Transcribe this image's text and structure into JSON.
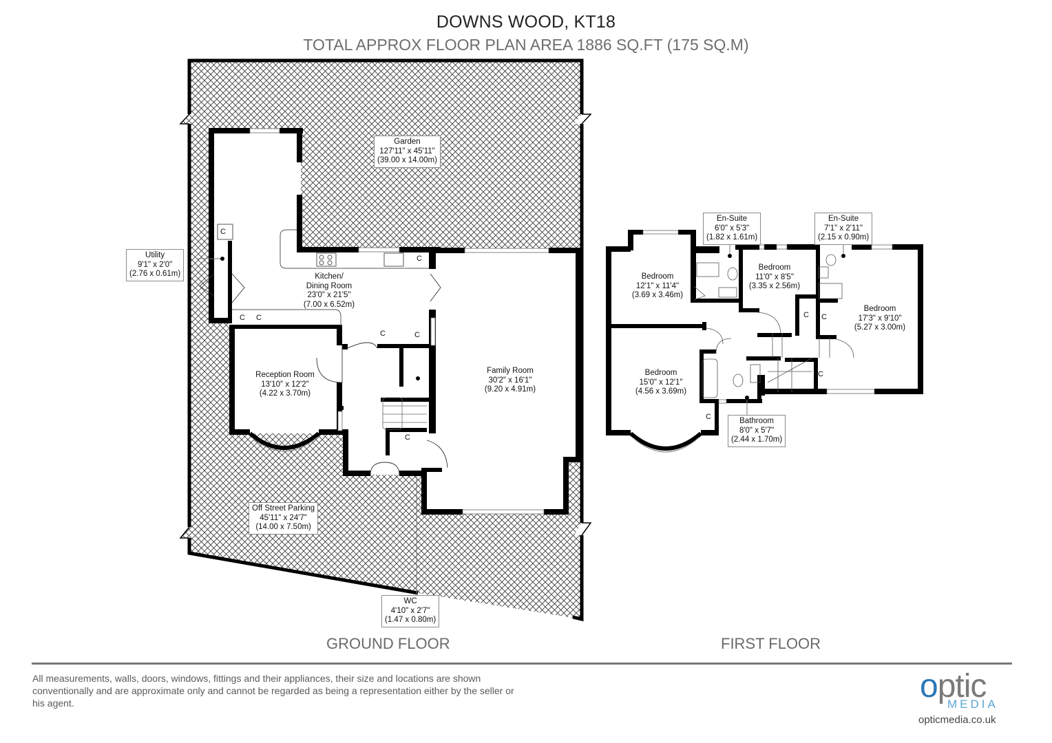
{
  "header": {
    "title": "DOWNS WOOD, KT18",
    "subtitle": "TOTAL APPROX FLOOR PLAN AREA 1886 SQ.FT (175 SQ.M)"
  },
  "ground_floor": {
    "label": "GROUND FLOOR",
    "rooms": {
      "garden": {
        "name": "Garden",
        "imperial": "127'11\" x 45'11\"",
        "metric": "(39.00 x 14.00m)"
      },
      "utility": {
        "name": "Utility",
        "imperial": "9'1\" x 2'0\"",
        "metric": "(2.76 x 0.61m)"
      },
      "kitchen": {
        "name": "Kitchen/",
        "name2": "Dining Room",
        "imperial": "23'0\" x 21'5\"",
        "metric": "(7.00 x 6.52m)"
      },
      "reception": {
        "name": "Reception Room",
        "imperial": "13'10\" x 12'2\"",
        "metric": "(4.22 x 3.70m)"
      },
      "family": {
        "name": "Family Room",
        "imperial": "30'2\" x 16'1\"",
        "metric": "(9.20 x 4.91m)"
      },
      "parking": {
        "name": "Off Street Parking",
        "imperial": "45'11\" x 24'7\"",
        "metric": "(14.00 x 7.50m)"
      },
      "wc": {
        "name": "WC",
        "imperial": "4'10\" x 2'7\"",
        "metric": "(1.47 x 0.80m)"
      }
    },
    "cupboard_label": "C"
  },
  "first_floor": {
    "label": "FIRST FLOOR",
    "rooms": {
      "bedroom1": {
        "name": "Bedroom",
        "imperial": "12'1\" x 11'4\"",
        "metric": "(3.69 x 3.46m)"
      },
      "ensuite1": {
        "name": "En-Suite",
        "imperial": "6'0\" x 5'3\"",
        "metric": "(1.82 x 1.61m)"
      },
      "bedroom2": {
        "name": "Bedroom",
        "imperial": "11'0\" x 8'5\"",
        "metric": "(3.35 x 2.56m)"
      },
      "ensuite2": {
        "name": "En-Suite",
        "imperial": "7'1\" x 2'11\"",
        "metric": "(2.15 x 0.90m)"
      },
      "bedroom3": {
        "name": "Bedroom",
        "imperial": "17'3\" x 9'10\"",
        "metric": "(5.27 x 3.00m)"
      },
      "bedroom4": {
        "name": "Bedroom",
        "imperial": "15'0\" x 12'1\"",
        "metric": "(4.56 x 3.69m)"
      },
      "bathroom": {
        "name": "Bathroom",
        "imperial": "8'0\" x 5'7\"",
        "metric": "(2.44 x 1.70m)"
      }
    },
    "cupboard_label": "C"
  },
  "footer": {
    "disclaimer": "All measurements, walls, doors, windows, fittings and their appliances, their size and locations are shown conventionally and are approximate only and cannot be regarded as being a representation either by the seller or his agent.",
    "logo": {
      "optic_o": "o",
      "optic_rest": "ptic",
      "media": "MEDIA",
      "url": "opticmedia.co.uk",
      "brand_blue": "#2a78b8",
      "light_blue": "#5aa6d6"
    }
  }
}
